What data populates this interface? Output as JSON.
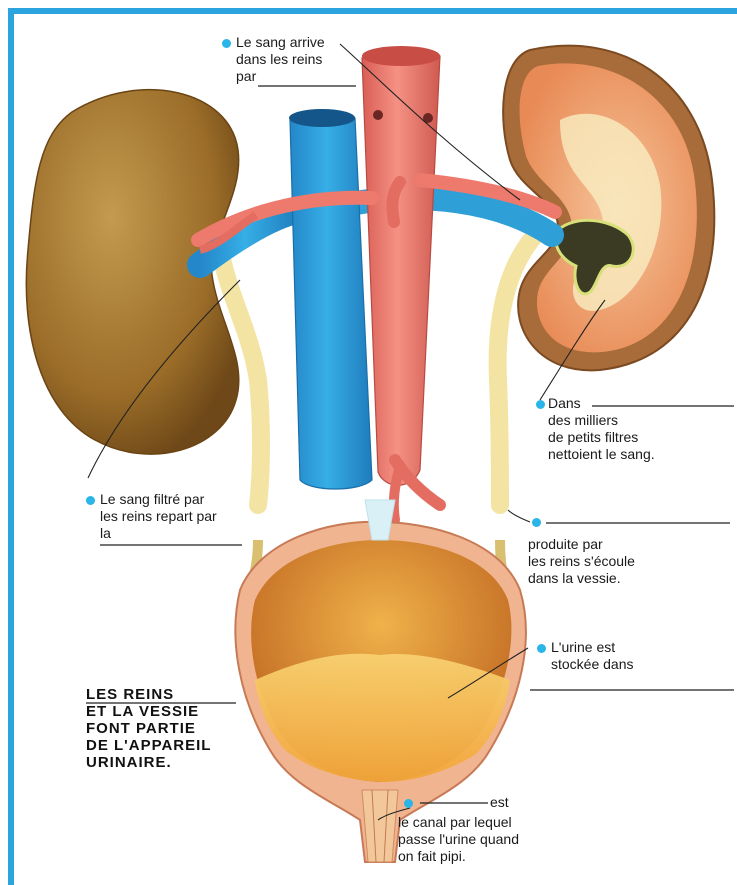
{
  "labels": {
    "arrive": "Le sang arrive\ndans les reins\npar",
    "filtres": "Dans\ndes milliers\nde petits filtres\nnettoient le sang.",
    "repart": "Le sang filtré par\nles reins repart par\nla",
    "produite": "produite par\nles reins s'écoule\ndans la vessie.",
    "stockee": "L'urine est\nstockée dans",
    "canal_est": "est",
    "canal": "le canal par lequel\npasse l'urine quand\non fait pipi."
  },
  "title": "LES REINS\nET LA VESSIE\nFONT PARTIE\nDE L'APPAREIL\nURINAIRE.",
  "colors": {
    "frame": "#2ba4e0",
    "bullet": "#29b5e8",
    "vein": "#2f9fd8",
    "artery": "#ee7a6e",
    "kidney": "#a0752c",
    "ureter": "#f3e4a4",
    "bladder": "#e8a23a"
  }
}
